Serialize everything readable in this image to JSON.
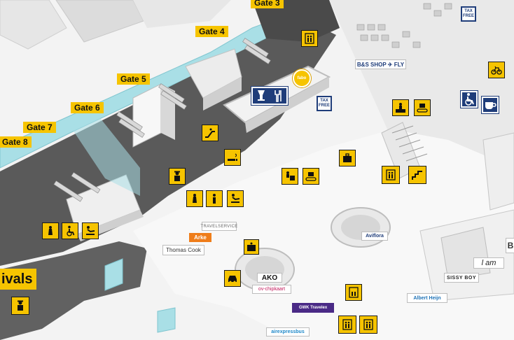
{
  "gates": [
    {
      "label": "Gate 3"
    },
    {
      "label": "Gate 4"
    },
    {
      "label": "Gate 5"
    },
    {
      "label": "Gate 6"
    },
    {
      "label": "Gate 7"
    },
    {
      "label": "Gate 8"
    }
  ],
  "zone_label": "ivals",
  "shops": {
    "bs_shop": "B&S SHOP ✈ FLY",
    "travel_service": "TRAVELSERVICE",
    "arke": "Arke",
    "thomas_cook": "Thomas Cook",
    "akc": "AKO",
    "ov_chipkaart": "ov-chipkaart",
    "gwk": "GWK Travelex",
    "aviflora": "Aviflora",
    "albert_heijn": "Albert Heijn",
    "airexpressbus": "airexpressbus",
    "iam": "l am",
    "sissy_boy": "SISSY BOY",
    "partial_b": "B"
  },
  "tax_free": "TAX FREE",
  "fade_badge": "fabo",
  "colors": {
    "signage_yellow": "#f6c400",
    "navy": "#1f3d7a",
    "floor_dark": "#555555",
    "glass": "#a9dfe6",
    "arke_orange": "#ef7d1a",
    "gwk_purple": "#4a2a86"
  },
  "icons": [
    "elevator-icon",
    "escalator-icon",
    "smoking-area-icon",
    "police-icon",
    "toilets-icon",
    "wheelchair-icon",
    "baby-change-icon",
    "luggage-icon",
    "baggage-belt-icon",
    "taxi-icon",
    "stairs-icon",
    "bicycle-icon",
    "coffee-icon",
    "restaurant-icon",
    "information-desk-icon"
  ]
}
